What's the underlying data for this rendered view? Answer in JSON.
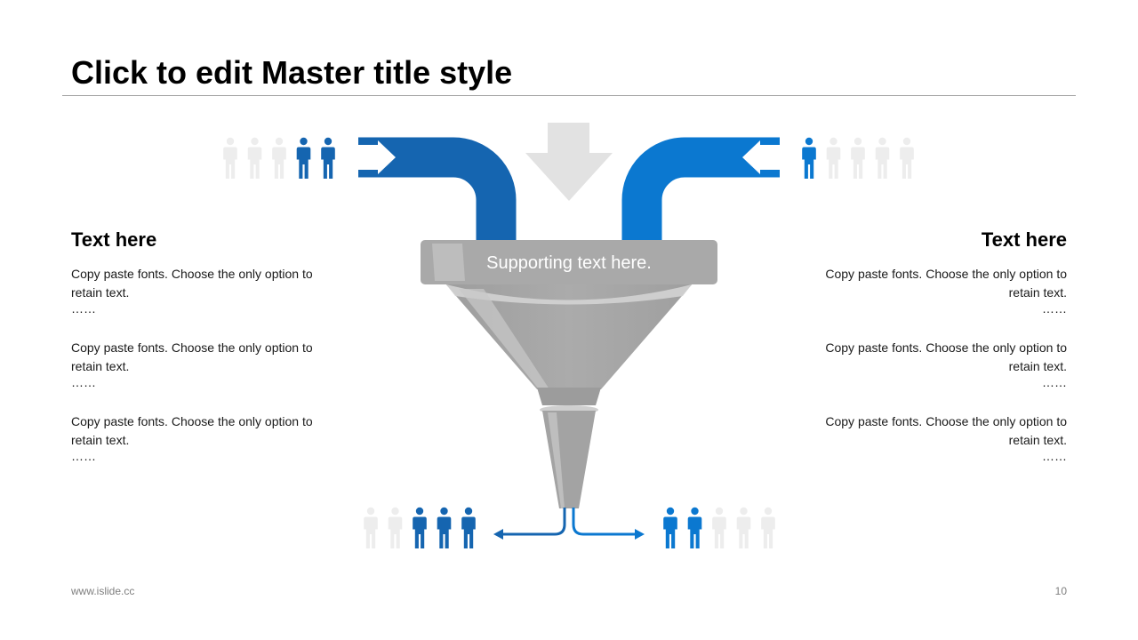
{
  "slide": {
    "title": "Click to edit Master title style",
    "footer": "www.islide.cc",
    "page_number": "10"
  },
  "funnel": {
    "supporting_text": "Supporting text here."
  },
  "left_column": {
    "heading": "Text here",
    "paragraphs": [
      {
        "text": "Copy paste fonts. Choose the only option to retain text.",
        "dots": "……"
      },
      {
        "text": "Copy paste fonts. Choose the only option to retain text.",
        "dots": "……"
      },
      {
        "text": "Copy paste fonts. Choose the only option to retain text.",
        "dots": "……"
      }
    ]
  },
  "right_column": {
    "heading": "Text here",
    "paragraphs": [
      {
        "text": "Copy paste fonts. Choose the only option to retain text.",
        "dots": "……"
      },
      {
        "text": "Copy paste fonts. Choose the only option to retain text.",
        "dots": "……"
      },
      {
        "text": "Copy paste fonts. Choose the only option to retain text.",
        "dots": "……"
      }
    ]
  },
  "people_groups": {
    "top_left": {
      "total": 5,
      "highlighted": 2,
      "highlight_side": "right",
      "color": "#1565b0"
    },
    "top_right": {
      "total": 5,
      "highlighted": 1,
      "highlight_side": "left",
      "color": "#0b78d0"
    },
    "bottom_left": {
      "total": 5,
      "highlighted": 3,
      "highlight_side": "right",
      "color": "#1565b0"
    },
    "bottom_right": {
      "total": 5,
      "highlighted": 2,
      "highlight_side": "left",
      "color": "#0b78d0"
    }
  },
  "colors": {
    "pipe_left": "#1565b0",
    "pipe_right": "#0b78d0",
    "funnel_gray": "#a6a6a6",
    "muted_person": "#ededed",
    "center_arrow": "#e2e2e2"
  }
}
